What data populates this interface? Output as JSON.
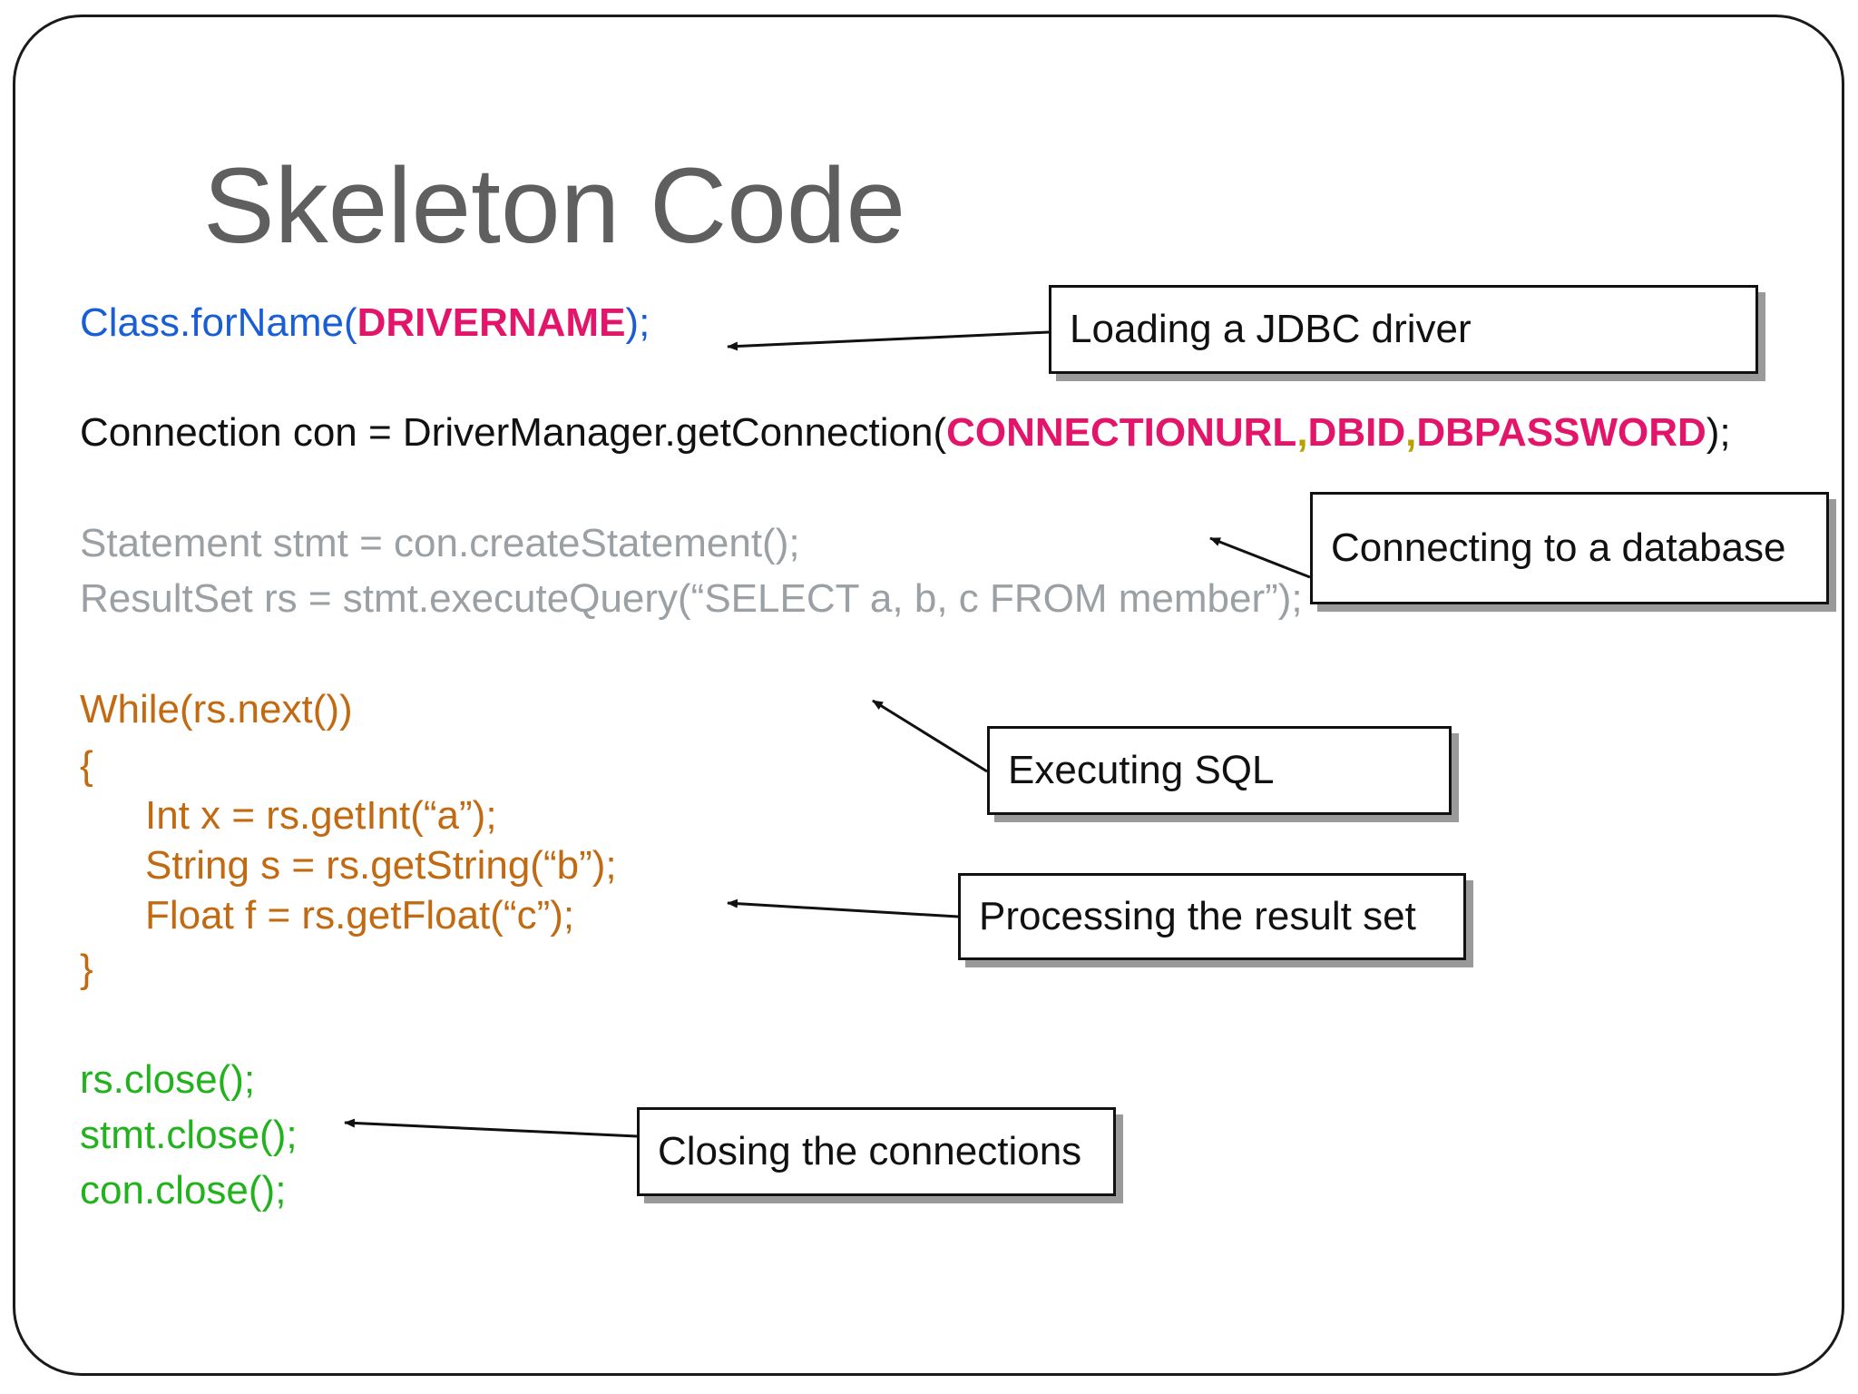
{
  "slide": {
    "title": "Skeleton Code"
  },
  "code": {
    "line1": {
      "prefix": "Class.forName(",
      "arg": "DRIVERNAME",
      "suffix": ");"
    },
    "line2": {
      "prefix": "Connection con = DriverManager.getConnection(",
      "arg1": "CONNECTIONURL",
      "sep1": ",",
      "arg2": "DBID",
      "sep2": ",",
      "arg3": "DBPASSWORD",
      "suffix": ");"
    },
    "line3": "Statement stmt = con.createStatement();",
    "line4": "ResultSet rs = stmt.executeQuery(“SELECT a, b, c FROM member”);",
    "while_line": "While(rs.next())",
    "open_brace": "{",
    "body1": "Int x = rs.getInt(“a”);",
    "body2": "String s = rs.getString(“b”);",
    "body3": "Float f = rs.getFloat(“c”);",
    "close_brace": "}",
    "close1": "rs.close();",
    "close2": "stmt.close();",
    "close3": "con.close();"
  },
  "callouts": {
    "loading": "Loading a JDBC driver",
    "connecting": "Connecting to a database",
    "executing": "Executing SQL",
    "processing": "Processing the result set",
    "closing": "Closing the connections"
  },
  "colors": {
    "title": "#5f5f5f",
    "load_code": "#1a5ed6",
    "placeholder": "#e3156a",
    "separator": "#b8a100",
    "statement_code": "#9aa0a3",
    "loop_code": "#c26a12",
    "close_code": "#22b21e"
  }
}
